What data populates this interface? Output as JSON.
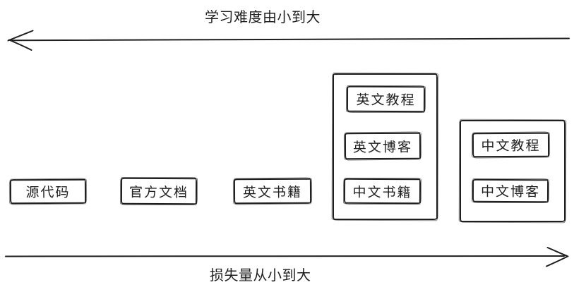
{
  "canvas": {
    "background": "#ffffff",
    "ink_color": "#1f1f1f"
  },
  "axes": {
    "top": {
      "label": "学习难度由小到大",
      "direction": "left"
    },
    "bottom": {
      "label": "损失量从小到大",
      "direction": "right"
    }
  },
  "items": [
    {
      "label": "源代码"
    },
    {
      "label": "官方文档"
    },
    {
      "label": "英文书籍"
    }
  ],
  "groups": [
    {
      "items": [
        {
          "label": "英文教程"
        },
        {
          "label": "英文博客"
        },
        {
          "label": "中文书籍"
        }
      ]
    },
    {
      "items": [
        {
          "label": "中文教程"
        },
        {
          "label": "中文博客"
        }
      ]
    }
  ]
}
